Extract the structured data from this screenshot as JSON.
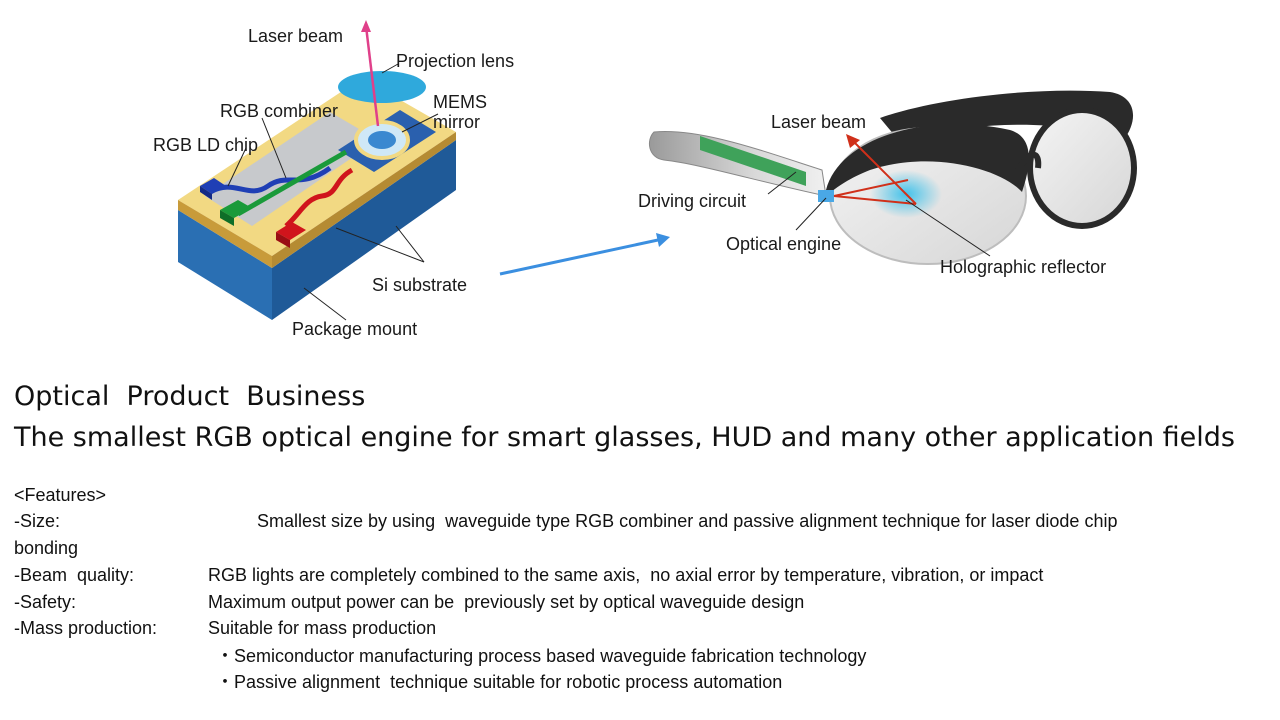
{
  "left_diagram": {
    "laser_beam": "Laser beam",
    "projection_lens": "Projection lens",
    "rgb_combiner": "RGB combiner",
    "mems_mirror": "MEMS\nmirror",
    "rgb_ld_chip": "RGB LD chip",
    "si_substrate": "Si substrate",
    "package_mount": "Package mount"
  },
  "right_diagram": {
    "laser_beam": "Laser beam",
    "driving_circuit": "Driving circuit",
    "optical_engine": "Optical engine",
    "holographic_reflector": "Holographic reflector"
  },
  "colors": {
    "laser_beam": "#e0408a",
    "lens": "#2fa9dc",
    "substrate_top": "#f2d983",
    "package_blue": "#2a6fb3",
    "red_ld": "#d0141c",
    "green_ld": "#1a9a3a",
    "blue_ld": "#1f3fb5",
    "arrow": "#3b8fe0",
    "reflector_glow": "#39c0ea",
    "red_ray": "#d0301a",
    "frame": "#2a2a2a",
    "circuit": "#3fa25a"
  },
  "title": {
    "line1": "Optical  Product  Business",
    "line2": "The smallest RGB optical engine for smart glasses, HUD and many other application fields"
  },
  "features": {
    "header": "<Features>",
    "size_label": "-Size:",
    "size_text": "Smallest size by using  waveguide type RGB combiner and passive alignment technique for laser diode chip",
    "size_text_cont": "bonding",
    "beam_label": "-Beam  quality:",
    "beam_text": "RGB lights are completely combined to the same axis,  no axial error by temperature, vibration, or impact",
    "safety_label": "-Safety:",
    "safety_text": "Maximum output power can be  previously set by optical waveguide design",
    "mass_label": "-Mass production:",
    "mass_text": "Suitable for mass production",
    "mass_sub1": "・Semiconductor manufacturing process based waveguide fabrication technology",
    "mass_sub2": "・Passive alignment  technique suitable for robotic process automation"
  }
}
